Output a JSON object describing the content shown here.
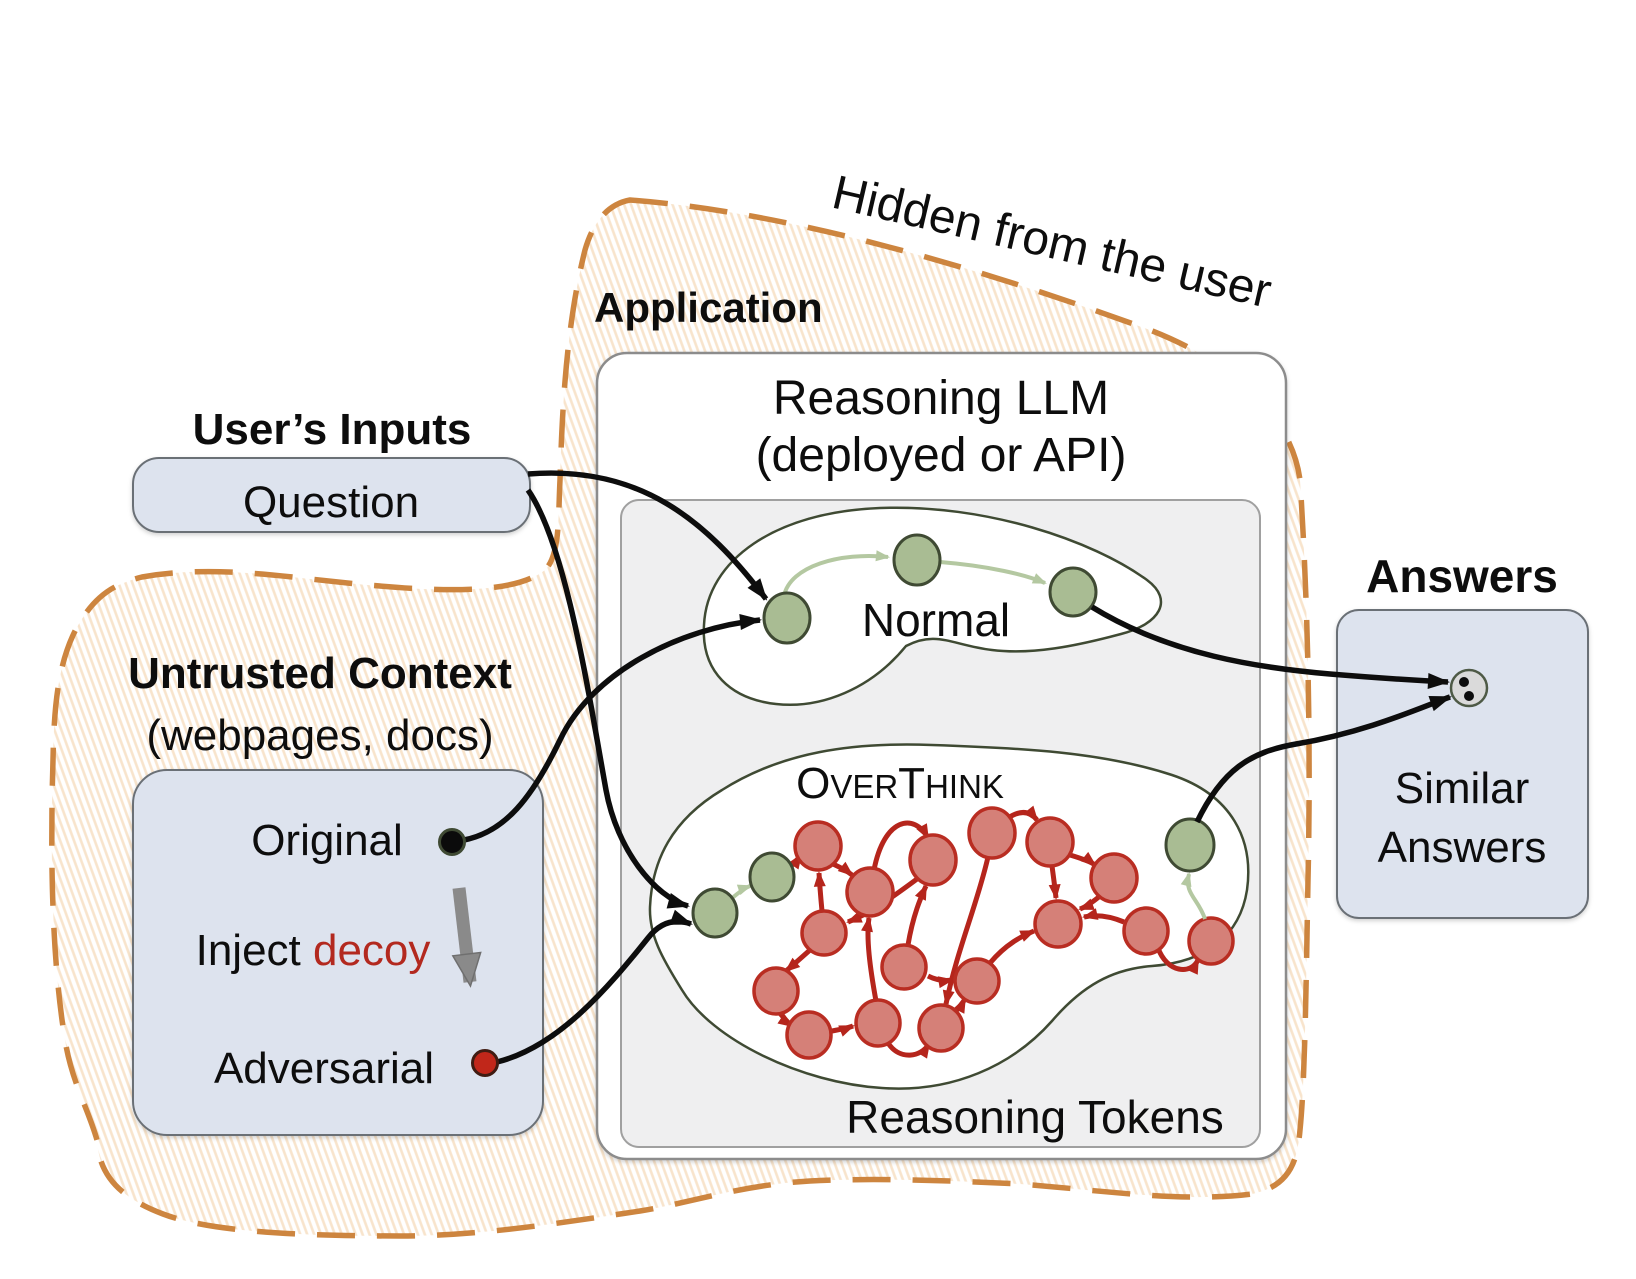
{
  "hidden_region": {
    "label": "Hidden from the user"
  },
  "application": {
    "label": "Application"
  },
  "llm": {
    "title_line1": "Reasoning LLM",
    "title_line2": "(deployed or API)",
    "tokens_label": "Reasoning Tokens",
    "normal": {
      "label": "Normal",
      "token_count": 3
    },
    "overthink": {
      "label_part1": "O",
      "label_part2": "VER",
      "label_part3": "T",
      "label_part4": "HINK",
      "red_token_count": 16,
      "green_token_count": 3
    }
  },
  "user_inputs": {
    "title": "User’s Inputs",
    "question_label": "Question"
  },
  "untrusted_context": {
    "title": "Untrusted Context",
    "subtitle": "(webpages, docs)",
    "original_label": "Original",
    "inject_prefix": "Inject ",
    "inject_decoy": "decoy",
    "adversarial_label": "Adversarial"
  },
  "answers": {
    "title": "Answers",
    "box_line1": "Similar",
    "box_line2": "Answers"
  },
  "colors": {
    "boundary_orange": "#cd853f",
    "hatch_fill": "#f8e4cc",
    "panel_blue": "#dde3ee",
    "panel_gray": "#efeff0",
    "green_token_fill": "#a9bc93",
    "green_token_stroke": "#3f4a33",
    "green_arrow": "#b4c8a1",
    "red_token_fill": "#d58078",
    "red_token_stroke": "#b92d22",
    "red_arrow": "#b5251c",
    "decoy_red_text": "#b3291f",
    "black_arrow": "#0d0d0d",
    "gray_arrow": "#8a8a8a"
  }
}
